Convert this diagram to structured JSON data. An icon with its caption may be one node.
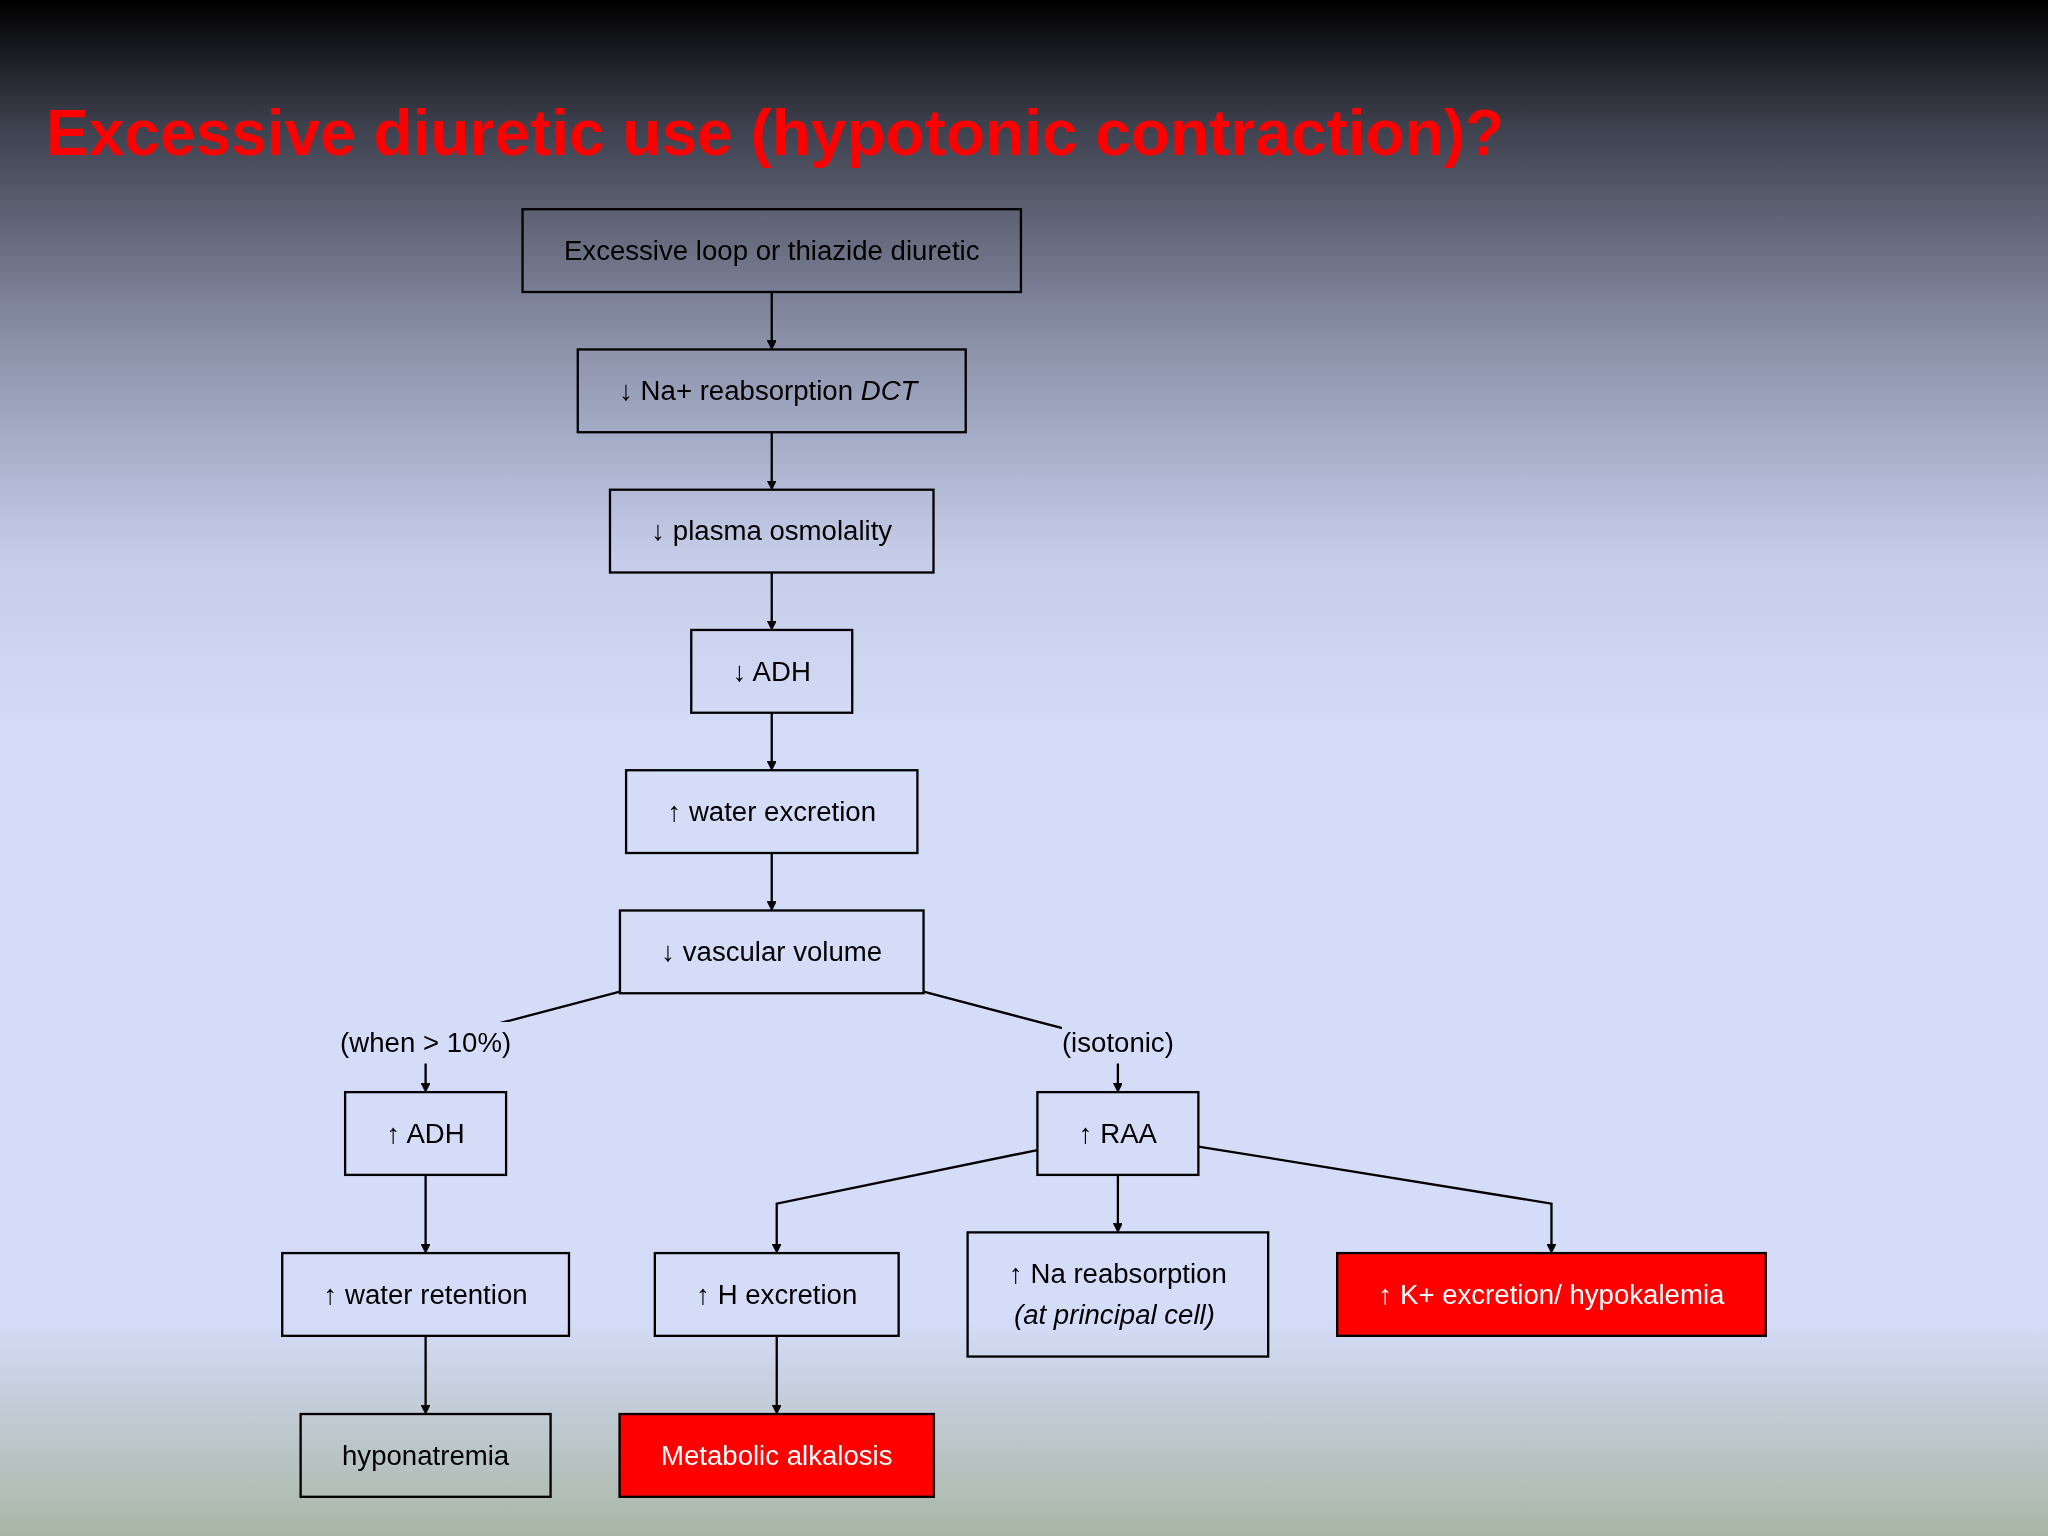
{
  "diagram": {
    "title": "Excessive diuretic use (hypotonic contraction)?",
    "nodes": [
      {
        "text": [
          "Excessive loop or thiazide diuretic"
        ]
      },
      {
        "text": [
          "↓ Na+ reabsorption *DCT*"
        ]
      },
      {
        "text": [
          "↓ plasma osmolality"
        ]
      },
      {
        "text": [
          "↓ ADH"
        ]
      },
      {
        "text": [
          "↑ water excretion"
        ]
      },
      {
        "text": [
          "↓ vascular volume"
        ]
      },
      {
        "text": [
          "↑ ADH"
        ]
      },
      {
        "text": [
          "↑ water retention"
        ]
      },
      {
        "text": [
          "hyponatremia"
        ]
      },
      {
        "text": [
          "↑ RAA"
        ]
      },
      {
        "text": [
          "↑ H excretion"
        ]
      },
      {
        "text": [
          "Metabolic alkalosis"
        ]
      },
      {
        "text": [
          "↑ Na reabsorption",
          "(at principal cell)"
        ]
      },
      {
        "text": [
          "↑ K+ excretion/ hypokalemia"
        ]
      }
    ],
    "edges": [
      {
        "from": 0,
        "to": 1,
        "arrow": "to"
      },
      {
        "from": 1,
        "to": 2,
        "arrow": "to"
      },
      {
        "from": 2,
        "to": 3,
        "arrow": "to"
      },
      {
        "from": 3,
        "to": 4,
        "arrow": "to"
      },
      {
        "from": 4,
        "to": 5,
        "arrow": "to"
      },
      {
        "from": 5,
        "to": 6,
        "arrow": "to",
        "label": "(when > 10%)"
      },
      {
        "from": 6,
        "to": 7,
        "arrow": "to"
      },
      {
        "from": 7,
        "to": 8,
        "arrow": "to"
      },
      {
        "from": 5,
        "to": 9,
        "arrow": "to",
        "label": "(isotonic)"
      },
      {
        "from": 9,
        "to": 10,
        "arrow": "to"
      },
      {
        "from": 10,
        "to": 11,
        "arrow": "to"
      },
      {
        "from": 9,
        "to": 12,
        "arrow": "to"
      },
      {
        "from": 9,
        "to": 13,
        "arrow": "to"
      }
    ]
  }
}
